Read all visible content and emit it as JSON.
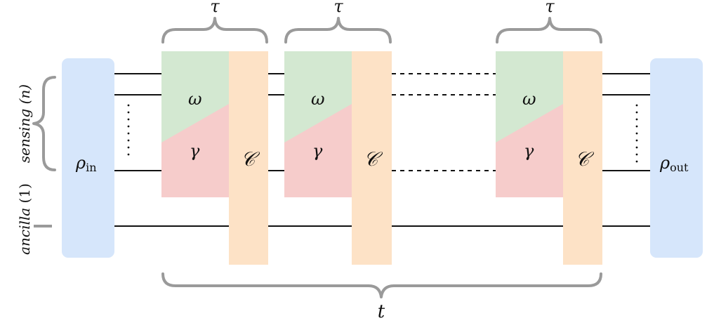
{
  "diagram": {
    "labels": {
      "rho_in": "ρ",
      "rho_in_sub": "in",
      "rho_out": "ρ",
      "rho_out_sub": "out",
      "omega": "ω",
      "gamma": "γ",
      "channel": "𝒞",
      "tau": "τ",
      "total_time": "t",
      "sensing": "sensing",
      "sensing_count": "(n)",
      "ancilla": "ancilla",
      "ancilla_count": "(1)"
    },
    "colors": {
      "state_box": "#d6e6fb",
      "omega_region": "#d3e8d1",
      "gamma_region": "#f6cccb",
      "channel_box": "#fde2c6",
      "brace": "#9a9a9a",
      "wire": "#111111"
    }
  }
}
